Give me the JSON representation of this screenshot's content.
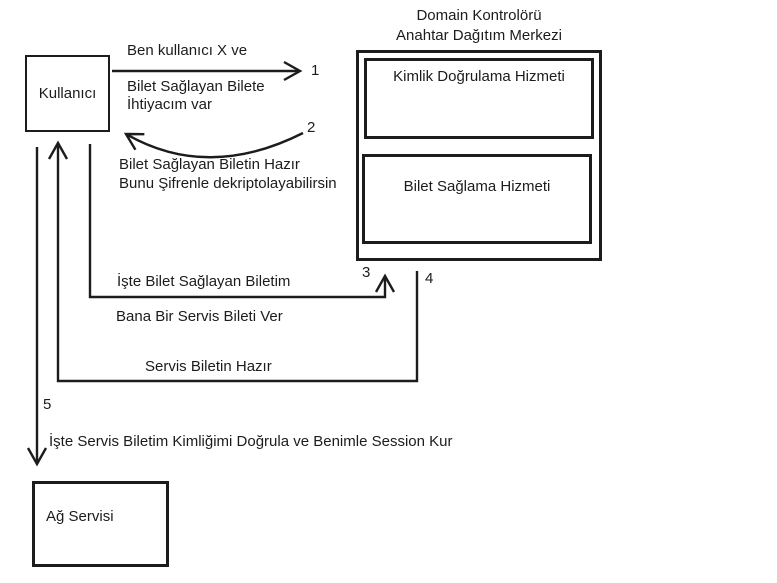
{
  "title": {
    "line1": "Domain Kontrolörü",
    "line2": "Anahtar Dağıtım Merkezi"
  },
  "nodes": {
    "user": "Kullanıcı",
    "auth_service": "Kimlik Doğrulama Hizmeti",
    "ticket_service": "Bilet Sağlama Hizmeti",
    "network_service": "Ağ Servisi"
  },
  "messages": {
    "step1_line1": "Ben kullanıcı X ve",
    "step1_line2": "Bilet Sağlayan Bilete",
    "step1_line3": "İhtiyacım var",
    "step2_line1": "Bilet Sağlayan Biletin Hazır",
    "step2_line2": "Bunu Şifrenle dekriptolayabilirsin",
    "step3_line1": "İşte Bilet Sağlayan Biletim",
    "step3_line2": "Bana Bir Servis Bileti Ver",
    "step4": "Servis Biletin Hazır",
    "step5": "İşte Servis Biletim Kimliğimi Doğrula ve Benimle Session Kur"
  },
  "steps": {
    "n1": "1",
    "n2": "2",
    "n3": "3",
    "n4": "4",
    "n5": "5"
  },
  "colors": {
    "ink": "#1c1c1c",
    "background": "#ffffff"
  }
}
